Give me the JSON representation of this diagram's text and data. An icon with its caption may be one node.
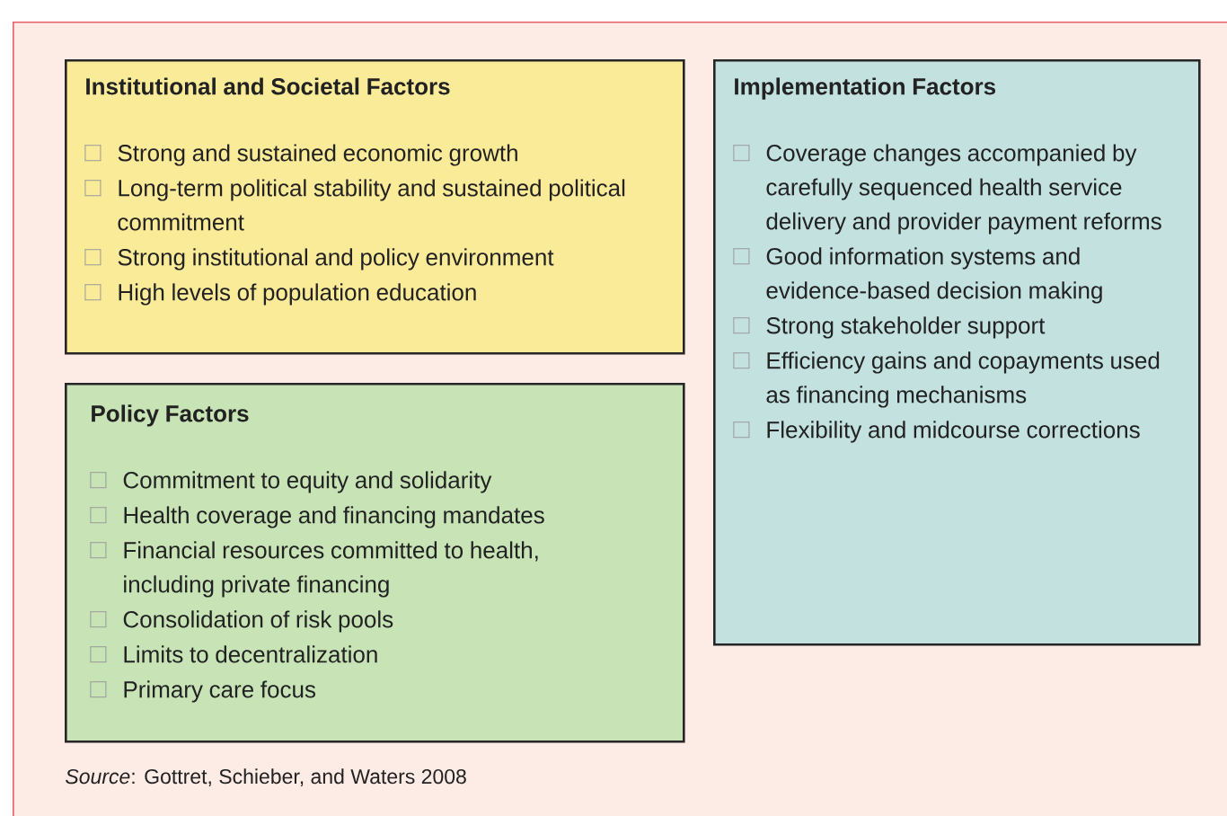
{
  "diagram": {
    "nodes": [
      {
        "text": [
          "*Source*: Gottret, Schieber, and Waters 2008"
        ]
      },
      {
        "text": [
          "Institutional and Societal Factors",
          "Strong and sustained economic growth",
          "Long-term political stability and sustained political commitment",
          "Strong institutional and policy environment",
          "High levels of population education"
        ],
        "in": 0
      },
      {
        "text": [
          "Implementation Factors",
          "Coverage changes accompanied by carefully sequenced health service delivery and provider payment reforms",
          "Good information systems and evidence-based decision making",
          "Strong stakeholder support",
          "Efficiency gains and copayments used as financing mechanisms",
          "Flexibility and midcourse corrections"
        ],
        "in": 0
      },
      {
        "text": [
          "Policy Factors",
          "Commitment to equity and solidarity",
          "Health coverage and financing mandates",
          "Financial resources committed to health, including private financing",
          "Consolidation of risk pools",
          "Limits to decentralization",
          "Primary care focus"
        ],
        "in": 0
      }
    ]
  }
}
